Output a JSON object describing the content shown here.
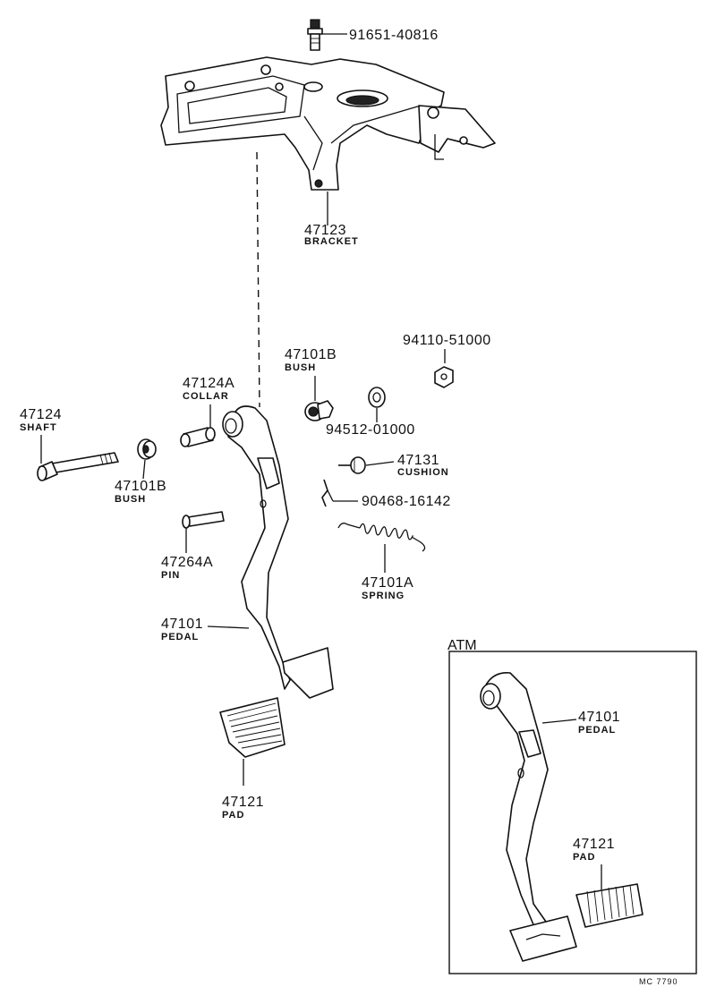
{
  "callouts": {
    "bolt": {
      "number": "91651-40816"
    },
    "bracket": {
      "number": "47123",
      "name": "BRACKET"
    },
    "nut": {
      "number": "94110-51000"
    },
    "bush_right": {
      "number": "47101B",
      "name": "BUSH"
    },
    "collar": {
      "number": "47124A",
      "name": "COLLAR"
    },
    "shaft": {
      "number": "47124",
      "name": "SHAFT"
    },
    "washer": {
      "number": "94512-01000"
    },
    "cushion": {
      "number": "47131",
      "name": "CUSHION"
    },
    "clip": {
      "number": "90468-16142"
    },
    "bush_left": {
      "number": "47101B",
      "name": "BUSH"
    },
    "pin": {
      "number": "47264A",
      "name": "PIN"
    },
    "spring": {
      "number": "47101A",
      "name": "SPRING"
    },
    "pedal": {
      "number": "47101",
      "name": "PEDAL"
    },
    "pad": {
      "number": "47121",
      "name": "PAD"
    }
  },
  "atm_box": {
    "title": "ATM",
    "pedal": {
      "number": "47101",
      "name": "PEDAL"
    },
    "pad": {
      "number": "47121",
      "name": "PAD"
    }
  },
  "drawing_code": "MC 7790"
}
